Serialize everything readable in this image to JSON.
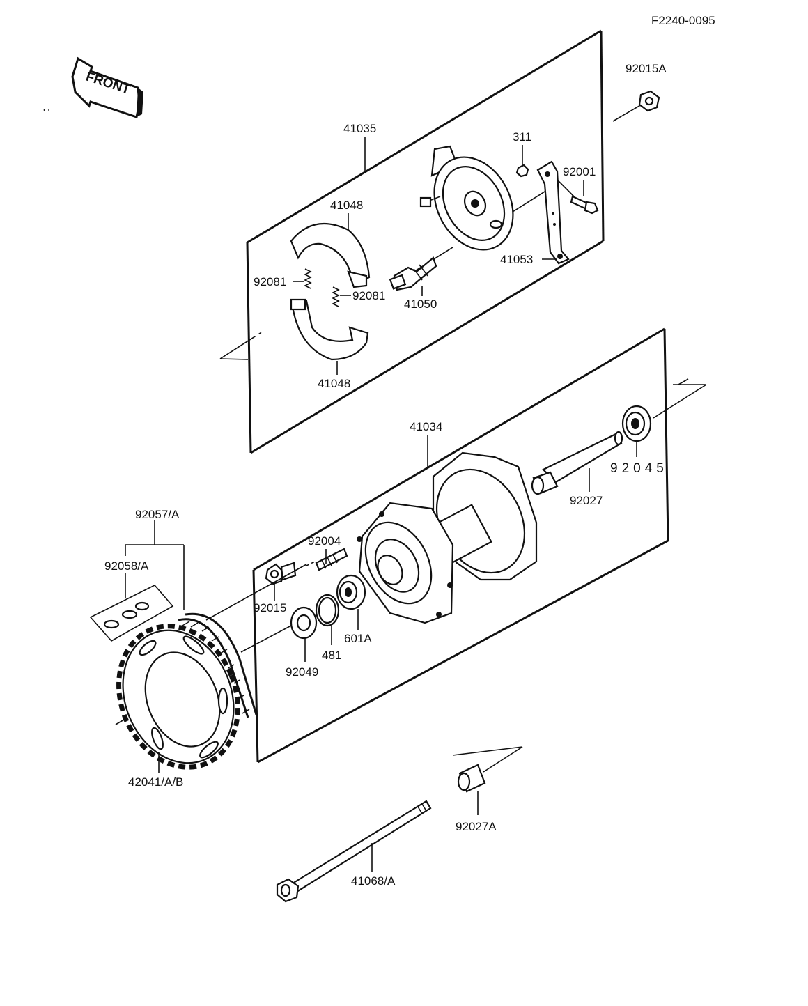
{
  "document_code": "F2240-0095",
  "front_arrow_label": "FRONT",
  "labels": {
    "p92015A": "92015A",
    "p41035": "41035",
    "p311": "311",
    "p92001": "92001",
    "p41048_top": "41048",
    "p41053": "41053",
    "p92081_left": "92081",
    "p92081_right": "92081",
    "p41050": "41050",
    "p41048_bottom": "41048",
    "p41034": "41034",
    "p92045": "92045",
    "p92027": "92027",
    "p92057A": "92057/A",
    "p92004": "92004",
    "p92058A": "92058/A",
    "p92015": "92015",
    "p601A": "601A",
    "p481": "481",
    "p92049": "92049",
    "p42041AB": "42041/A/B",
    "p92027A": "92027A",
    "p41068A": "41068/A"
  },
  "colors": {
    "ink": "#111111",
    "paper": "#ffffff"
  }
}
